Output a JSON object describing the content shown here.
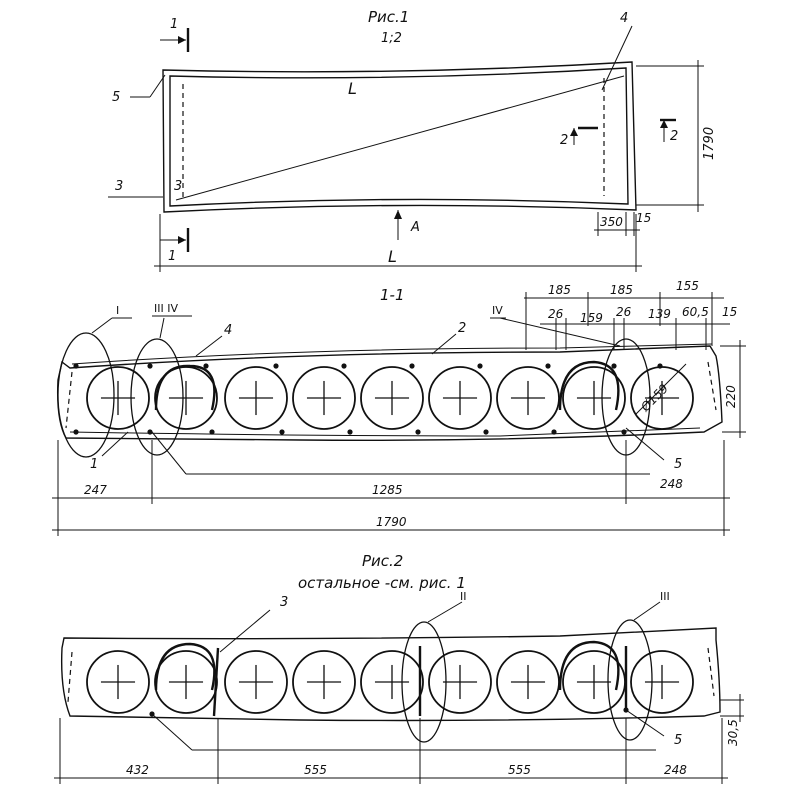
{
  "fig1": {
    "title": "Рис.1",
    "scale": "1;2",
    "section_top": "1",
    "section_bottom": "1",
    "leader_5": "5",
    "leader_4": "4",
    "leader_3_out": "3",
    "leader_3_in": "3",
    "label_L_inside": "L",
    "label_L_dim": "L",
    "label_A": "A",
    "section2_left": "2",
    "section2_right": "2",
    "dim_1790": "1790",
    "dim_350": "350",
    "dim_15": "15"
  },
  "section11": {
    "title": "1-1",
    "zone_I": "I",
    "zone_III_IV": "III IV",
    "zone_IV": "IV",
    "leader_4": "4",
    "leader_2": "2",
    "leader_1": "1",
    "leader_5": "5",
    "dim_185_a": "185",
    "dim_185_b": "185",
    "dim_155": "155",
    "dim_26_a": "26",
    "dim_159": "159",
    "dim_26_b": "26",
    "dim_139": "139",
    "dim_60_5": "60,5",
    "dim_15": "15",
    "dim_220": "220",
    "dim_d159": "Ø159",
    "dim_247": "247",
    "dim_1285": "1285",
    "dim_248": "248",
    "dim_1790": "1790"
  },
  "fig2": {
    "title": "Рис.2",
    "subtitle": "остальное -см. рис. 1",
    "leader_3": "3",
    "zone_II": "II",
    "zone_III": "III",
    "leader_5": "5",
    "dim_30_5": "30,5",
    "dim_432": "432",
    "dim_555_a": "555",
    "dim_555_b": "555",
    "dim_248": "248"
  }
}
